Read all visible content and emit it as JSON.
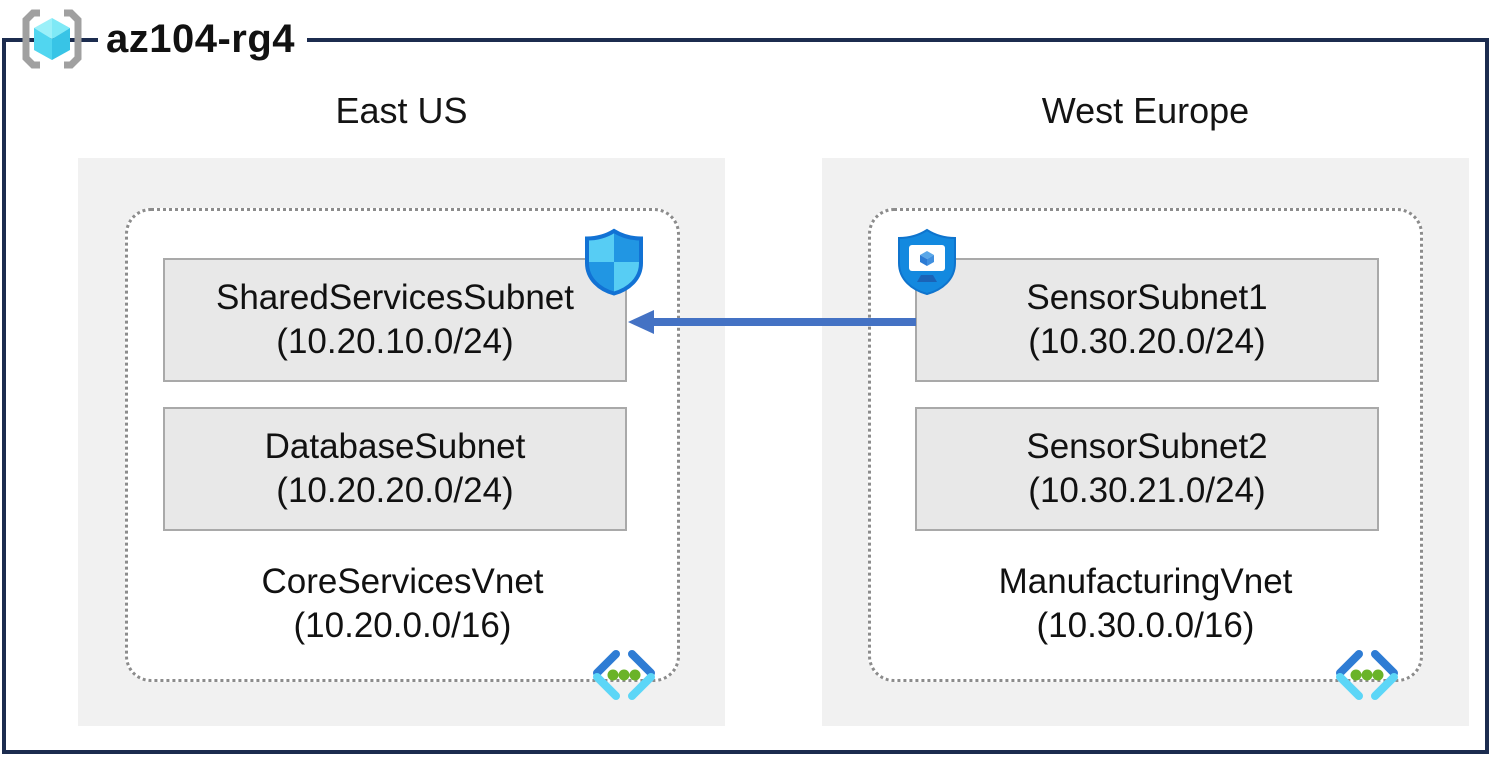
{
  "header": {
    "title": "az104-rg4",
    "icon": "resource-group-icon"
  },
  "regions": [
    {
      "name": "East US",
      "vnet": {
        "name": "CoreServicesVnet",
        "cidr": "(10.20.0.0/16)",
        "icon": "virtual-network-icon"
      },
      "subnets": [
        {
          "name": "SharedServicesSubnet",
          "cidr": "(10.20.10.0/24)",
          "badge_icon": "network-security-group-shield-icon"
        },
        {
          "name": "DatabaseSubnet",
          "cidr": "(10.20.20.0/24)"
        }
      ]
    },
    {
      "name": "West Europe",
      "vnet": {
        "name": "ManufacturingVnet",
        "cidr": "(10.30.0.0/16)",
        "icon": "virtual-network-icon"
      },
      "subnets": [
        {
          "name": "SensorSubnet1",
          "cidr": "(10.30.20.0/24)",
          "badge_icon": "shielded-vm-icon"
        },
        {
          "name": "SensorSubnet2",
          "cidr": "(10.30.21.0/24)"
        }
      ]
    }
  ],
  "connections": [
    {
      "from": "SensorSubnet1",
      "to": "SharedServicesSubnet",
      "direction": "left",
      "color": "#4472c4"
    }
  ],
  "colors": {
    "frame_border": "#1c2c4f",
    "region_fill": "#f1f1f1",
    "subnet_fill": "#e8e8e8",
    "subnet_border": "#a9a9a9",
    "vnet_dashed_border": "#8c8c8c",
    "arrow_blue": "#4472c4",
    "azure_blue": "#1272d4",
    "azure_cyan": "#50d7f2",
    "vnet_dot_green": "#6ab328"
  }
}
